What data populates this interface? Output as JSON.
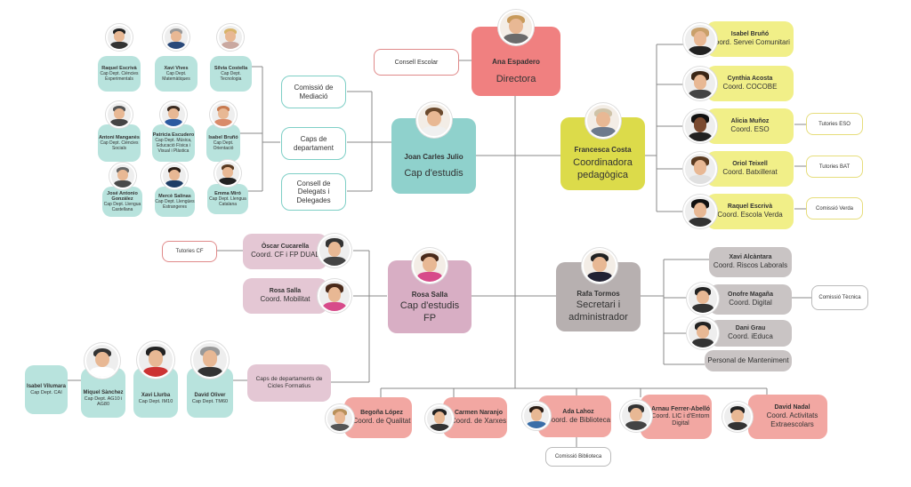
{
  "director": {
    "name": "Ana Espadero",
    "role": "Directora"
  },
  "consell_escolar": "Consell Escolar",
  "cap_estudis": {
    "name": "Joan Carles Julio",
    "role": "Cap d'estudis"
  },
  "comissions": [
    "Comissió de Mediació",
    "Caps de departament",
    "Consell de Delegats i Delegades"
  ],
  "caps_dept": [
    {
      "name": "Raquel Escrivà",
      "role": "Cap Dept. Ciències Experimentals"
    },
    {
      "name": "Xavi Vives",
      "role": "Cap Dept. Matemàtiques"
    },
    {
      "name": "Sílvia Costella",
      "role": "Cap Dept. Tecnologia"
    },
    {
      "name": "Antoni Manganès",
      "role": "Cap Dept. Ciències Socials"
    },
    {
      "name": "Patricia Escudero",
      "role": "Cap Dept. Música, Educació Física i Visual i Plàstica"
    },
    {
      "name": "Isabel Bruñó",
      "role": "Cap Dept. Orientació"
    },
    {
      "name": "José Antonio González",
      "role": "Cap Dept. Llengua Castellana"
    },
    {
      "name": "Mercè Salinas",
      "role": "Cap Dept. Llengües Estrangeres"
    },
    {
      "name": "Emma Miró",
      "role": "Cap Dept. Llengua Catalana"
    }
  ],
  "coordinadora": {
    "name": "Francesca Costa",
    "role": "Coordinadora pedagògica"
  },
  "coord_right": [
    {
      "name": "Isabel Bruñó",
      "role": "Coord. Servei Comunitari"
    },
    {
      "name": "Cynthia Acosta",
      "role": "Coord. COCOBE"
    },
    {
      "name": "Alicia Muñoz",
      "role": "Coord. ESO",
      "tag": "Tutories ESO"
    },
    {
      "name": "Oriol Teixell",
      "role": "Coord. Batxillerat",
      "tag": "Tutories BAT"
    },
    {
      "name": "Raquel Escrivà",
      "role": "Coord. Escola Verda",
      "tag": "Comissió Verda"
    }
  ],
  "cap_fp": {
    "name": "Rosa Salla",
    "role": "Cap d'estudis FP"
  },
  "fp_left": [
    {
      "name": "Òscar Cucarella",
      "role": "Coord. CF i FP DUAL",
      "tag": "Tutories CF"
    },
    {
      "name": "Rosa Salla",
      "role": "Coord. Mobilitat"
    }
  ],
  "caps_cicles": "Caps de departaments de Cicles Formatius",
  "cicles": [
    {
      "name": "Isabel Vilumara",
      "role": "Cap Dept. CAI"
    },
    {
      "name": "Miquel Sànchez",
      "role": "Cap Dept. AG10 i AG80"
    },
    {
      "name": "Xavi Llurba",
      "role": "Cap Dept. IM10"
    },
    {
      "name": "David Oliver",
      "role": "Cap Dept. TM60"
    }
  ],
  "secretari": {
    "name": "Rafa Tormos",
    "role": "Secretari i administrador"
  },
  "sec_right": [
    {
      "name": "Xavi Alcàntara",
      "role": "Coord. Riscos Laborals"
    },
    {
      "name": "Onofre Magaña",
      "role": "Coord. Digital",
      "tag": "Comissió Tècnica"
    },
    {
      "name": "Dani Grau",
      "role": "Coord. iEduca"
    },
    {
      "name": "",
      "role": "Personal de Manteniment"
    }
  ],
  "bottom": [
    {
      "name": "Begoña López",
      "role": "Coord. de Qualitat"
    },
    {
      "name": "Carmen Naranjo",
      "role": "Coord. de Xarxes"
    },
    {
      "name": "Ada Lahoz",
      "role": "Coord. de Biblioteca",
      "tag": "Comissió Biblioteca"
    },
    {
      "name": "Arnau Ferrer-Abelló",
      "role": "Coord. LIC i d'Entorn Digital"
    },
    {
      "name": "David Nadal",
      "role": "Coord. Activitats Extraescolars"
    }
  ]
}
